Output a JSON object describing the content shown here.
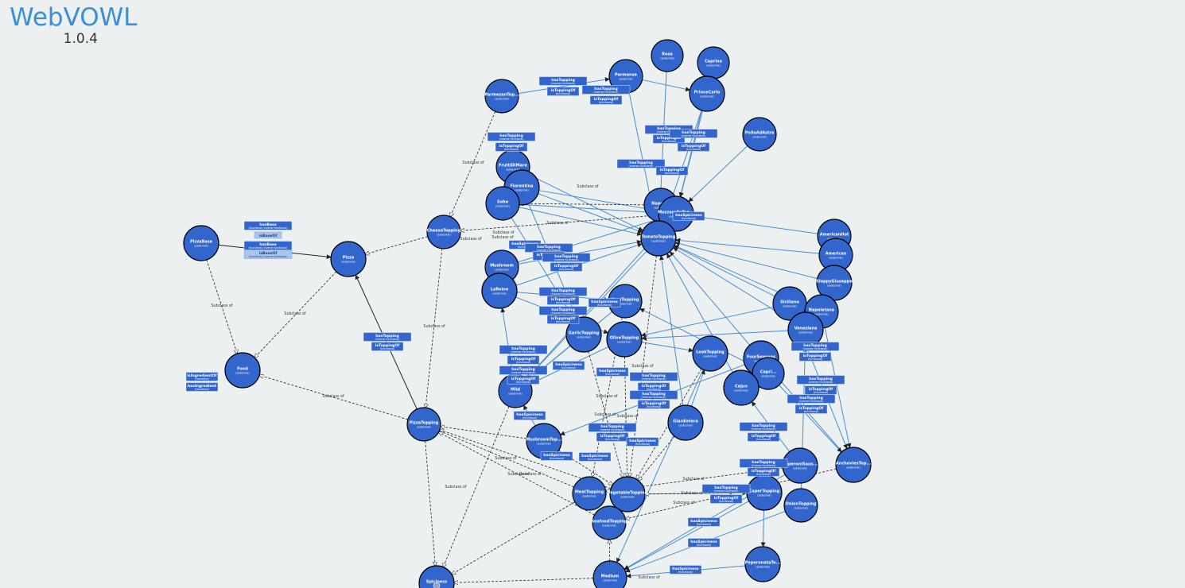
{
  "app": {
    "title": "WebVOWL",
    "version": "1.0.4"
  },
  "colors": {
    "class_fill": "#3366cc",
    "property_edge": "#4a8cd0",
    "background": "#ecf0f1",
    "logo": "#3a8fd6"
  },
  "classes": [
    {
      "id": "PizzaBase",
      "label": "PizzaBase",
      "sub": "(external)"
    },
    {
      "id": "Pizza",
      "label": "Pizza",
      "sub": "(external)"
    },
    {
      "id": "Food",
      "label": "Food",
      "sub": "(external)"
    },
    {
      "id": "PizzaTopping",
      "label": "PizzaTopping",
      "sub": "(external)"
    },
    {
      "id": "CheeseTopping",
      "label": "CheeseTopping",
      "sub": "(external)"
    },
    {
      "id": "ParmezanTopping",
      "label": "ParmezanTop...",
      "sub": "(external)"
    },
    {
      "id": "Parmense",
      "label": "Parmense",
      "sub": "(external)"
    },
    {
      "id": "Rosa",
      "label": "Rosa",
      "sub": "(external)"
    },
    {
      "id": "Caprina",
      "label": "Caprina",
      "sub": "(external)"
    },
    {
      "id": "PrinceCarlo",
      "label": "PrinceCarlo",
      "sub": "(external)"
    },
    {
      "id": "PolloAdAstra",
      "label": "PolloAdAstra",
      "sub": "(external)"
    },
    {
      "id": "FruttiDiMare",
      "label": "FruttiDiMare",
      "sub": "(external)"
    },
    {
      "id": "Fiorentina",
      "label": "Fiorentina",
      "sub": "(external)"
    },
    {
      "id": "Soho",
      "label": "Soho",
      "sub": "(external)"
    },
    {
      "id": "Napoletana0",
      "label": "Napoli...",
      "sub": "(external)"
    },
    {
      "id": "MozzarellaTopping",
      "label": "MozzarellaTop...",
      "sub": "(external)"
    },
    {
      "id": "TomatoTopping",
      "label": "TomatoTopping",
      "sub": "(external)"
    },
    {
      "id": "Mushroom",
      "label": "Mushroom",
      "sub": "(external)"
    },
    {
      "id": "LaReine",
      "label": "LaReine",
      "sub": "(external)"
    },
    {
      "id": "HamTopping",
      "label": "HamTopping",
      "sub": "(external)"
    },
    {
      "id": "GarlicTopping",
      "label": "GarlicTopping",
      "sub": "(external)"
    },
    {
      "id": "OliveTopping",
      "label": "OliveTopping",
      "sub": "(external)"
    },
    {
      "id": "AmericanHot",
      "label": "AmericanHot",
      "sub": "(external)"
    },
    {
      "id": "American",
      "label": "American",
      "sub": "(external)"
    },
    {
      "id": "SloppyGiuseppe",
      "label": "SloppyGiuseppe",
      "sub": "(external)"
    },
    {
      "id": "Siciliana",
      "label": "Siciliana",
      "sub": "(external)"
    },
    {
      "id": "Napoletana",
      "label": "Napoletana",
      "sub": "(external)"
    },
    {
      "id": "Veneziana",
      "label": "Veneziana",
      "sub": "(external)"
    },
    {
      "id": "LeekTopping",
      "label": "LeekTopping",
      "sub": "(external)"
    },
    {
      "id": "FourSeasons",
      "label": "FourSeasons",
      "sub": "(external)"
    },
    {
      "id": "Capricciosa",
      "label": "Capri...",
      "sub": "(external)"
    },
    {
      "id": "Cajun",
      "label": "Cajun",
      "sub": "(external)"
    },
    {
      "id": "Mild",
      "label": "Mild",
      "sub": "(external)"
    },
    {
      "id": "Giardiniera",
      "label": "Giardiniera",
      "sub": "(external)"
    },
    {
      "id": "MushroomTopping",
      "label": "MushroomTop...",
      "sub": "(external)"
    },
    {
      "id": "PeperoniSausage",
      "label": "PeperoniSaus...",
      "sub": "(external)"
    },
    {
      "id": "AnchoviesTopping",
      "label": "AnchoviesTop...",
      "sub": "(external)"
    },
    {
      "id": "MeatTopping",
      "label": "MeatTopping",
      "sub": "(external)"
    },
    {
      "id": "VegetableTopping",
      "label": "VegetableTopping",
      "sub": "(external)"
    },
    {
      "id": "CaperTopping",
      "label": "CaperTopping",
      "sub": "(external)"
    },
    {
      "id": "OnionTopping",
      "label": "OnionTopping",
      "sub": "(external)"
    },
    {
      "id": "SeafoodTopping",
      "label": "SeafoodTopping",
      "sub": "(external)"
    },
    {
      "id": "PeperonataTopping",
      "label": "PeperonataTo...",
      "sub": "(external)"
    },
    {
      "id": "Medium",
      "label": "Medium",
      "sub": "(external)"
    },
    {
      "id": "Spiciness",
      "label": "Spiciness",
      "sub": ""
    }
  ],
  "properties": [
    {
      "name": "hasBase",
      "sub": "(functional, inverse functional)",
      "light": false
    },
    {
      "name": "isBaseOf",
      "sub": "",
      "light": true
    },
    {
      "name": "hasBase",
      "sub": "(functional, inverse functional)",
      "light": false
    },
    {
      "name": "isBaseOf",
      "sub": "(functional, inverse functional)",
      "light": true
    },
    {
      "name": "isIngredientOf",
      "sub": "(transitive)",
      "light": false
    },
    {
      "name": "hasIngredient",
      "sub": "(transitive)",
      "light": false
    },
    {
      "name": "hasTopping",
      "sub": "(inverse functional)",
      "light": false
    },
    {
      "name": "isToppingOf",
      "sub": "(functional)",
      "light": false
    },
    {
      "name": "hasTopping",
      "sub": "(inverse functional)",
      "light": false
    },
    {
      "name": "isToppingOf",
      "sub": "(functional)",
      "light": false
    },
    {
      "name": "hasTopping",
      "sub": "(inverse functional)",
      "light": false
    },
    {
      "name": "isToppingOf",
      "sub": "(functional)",
      "light": false
    },
    {
      "name": "hasTopping",
      "sub": "(inverse functional)",
      "light": false
    },
    {
      "name": "isToppingOf",
      "sub": "(functional)",
      "light": false
    },
    {
      "name": "hasTopping",
      "sub": "(inverse functional)",
      "light": false
    },
    {
      "name": "isToppingOf",
      "sub": "(functional)",
      "light": false
    },
    {
      "name": "hasTopping",
      "sub": "(inverse functional)",
      "light": false
    },
    {
      "name": "isToppingOf",
      "sub": "(functional)",
      "light": false
    },
    {
      "name": "hasTopping",
      "sub": "(inverse functional)",
      "light": false
    },
    {
      "name": "isToppingOf",
      "sub": "(functional)",
      "light": false
    },
    {
      "name": "hasSpiciness",
      "sub": "(functional)",
      "light": false
    },
    {
      "name": "hasTopping",
      "sub": "(inverse functional)",
      "light": false
    },
    {
      "name": "isToppingOf",
      "sub": "(functional)",
      "light": false
    },
    {
      "name": "hasTopping",
      "sub": "(inverse functional)",
      "light": false
    },
    {
      "name": "isToppingOf",
      "sub": "(functional)",
      "light": false
    },
    {
      "name": "hasTopping",
      "sub": "(inverse functional)",
      "light": false
    },
    {
      "name": "isToppingOf",
      "sub": "(functional)",
      "light": false
    },
    {
      "name": "hasSpiciness",
      "sub": "(functional)",
      "light": false
    },
    {
      "name": "hasTopping",
      "sub": "(inverse functional)",
      "light": false
    },
    {
      "name": "isToppingOf",
      "sub": "(functional)",
      "light": false
    },
    {
      "name": "hasTopping",
      "sub": "(inverse functional)",
      "light": false
    },
    {
      "name": "isToppingOf",
      "sub": "(functional)",
      "light": false
    },
    {
      "name": "hasTopping",
      "sub": "(inverse functional)",
      "light": false
    },
    {
      "name": "isToppingOf",
      "sub": "(functional)",
      "light": false
    },
    {
      "name": "hasSpiciness",
      "sub": "(functional)",
      "light": false
    },
    {
      "name": "hasSpiciness",
      "sub": "(functional)",
      "light": false
    },
    {
      "name": "hasTopping",
      "sub": "(inverse functional)",
      "light": false
    },
    {
      "name": "isToppingOf",
      "sub": "(functional)",
      "light": false
    },
    {
      "name": "hasTopping",
      "sub": "(inverse functional)",
      "light": false
    },
    {
      "name": "isToppingOf",
      "sub": "(functional)",
      "light": false
    },
    {
      "name": "hasSpiciness",
      "sub": "(functional)",
      "light": false
    },
    {
      "name": "hasSpiciness",
      "sub": "(functional)",
      "light": false
    },
    {
      "name": "hasSpiciness",
      "sub": "(functional)",
      "light": false
    },
    {
      "name": "hasSpiciness",
      "sub": "(functional)",
      "light": false
    },
    {
      "name": "hasTopping",
      "sub": "(inverse functional)",
      "light": false
    },
    {
      "name": "isToppingOf",
      "sub": "(functional)",
      "light": false
    },
    {
      "name": "hasTopping",
      "sub": "(inverse functional)",
      "light": false
    },
    {
      "name": "isToppingOf",
      "sub": "(functional)",
      "light": false
    },
    {
      "name": "hasTopping",
      "sub": "(inverse functional)",
      "light": false
    },
    {
      "name": "isToppingOf",
      "sub": "(functional)",
      "light": false
    },
    {
      "name": "hasTopping",
      "sub": "(inverse functional)",
      "light": false
    },
    {
      "name": "isToppingOf",
      "sub": "(functional)",
      "light": false
    },
    {
      "name": "hasTopping",
      "sub": "(inverse functional)",
      "light": false
    },
    {
      "name": "isToppingOf",
      "sub": "(functional)",
      "light": false
    },
    {
      "name": "hasTopping",
      "sub": "(inverse functional)",
      "light": false
    },
    {
      "name": "isToppingOf",
      "sub": "(functional)",
      "light": false
    },
    {
      "name": "hasSpiciness",
      "sub": "(functional)",
      "light": false
    },
    {
      "name": "hasSpiciness",
      "sub": "(functional)",
      "light": false
    },
    {
      "name": "hasSpiciness",
      "sub": "(functional)",
      "light": false
    },
    {
      "name": "hasSpiciness",
      "sub": "(functional)",
      "light": false
    },
    {
      "name": "hasSpiciness",
      "sub": "(functional)",
      "light": false
    },
    {
      "name": "hasTopping",
      "sub": "(inverse functional)",
      "light": false
    },
    {
      "name": "isToppingOf",
      "sub": "(functional)",
      "light": false
    }
  ],
  "subclass_label": "Subclass of",
  "subclass_count": 28
}
